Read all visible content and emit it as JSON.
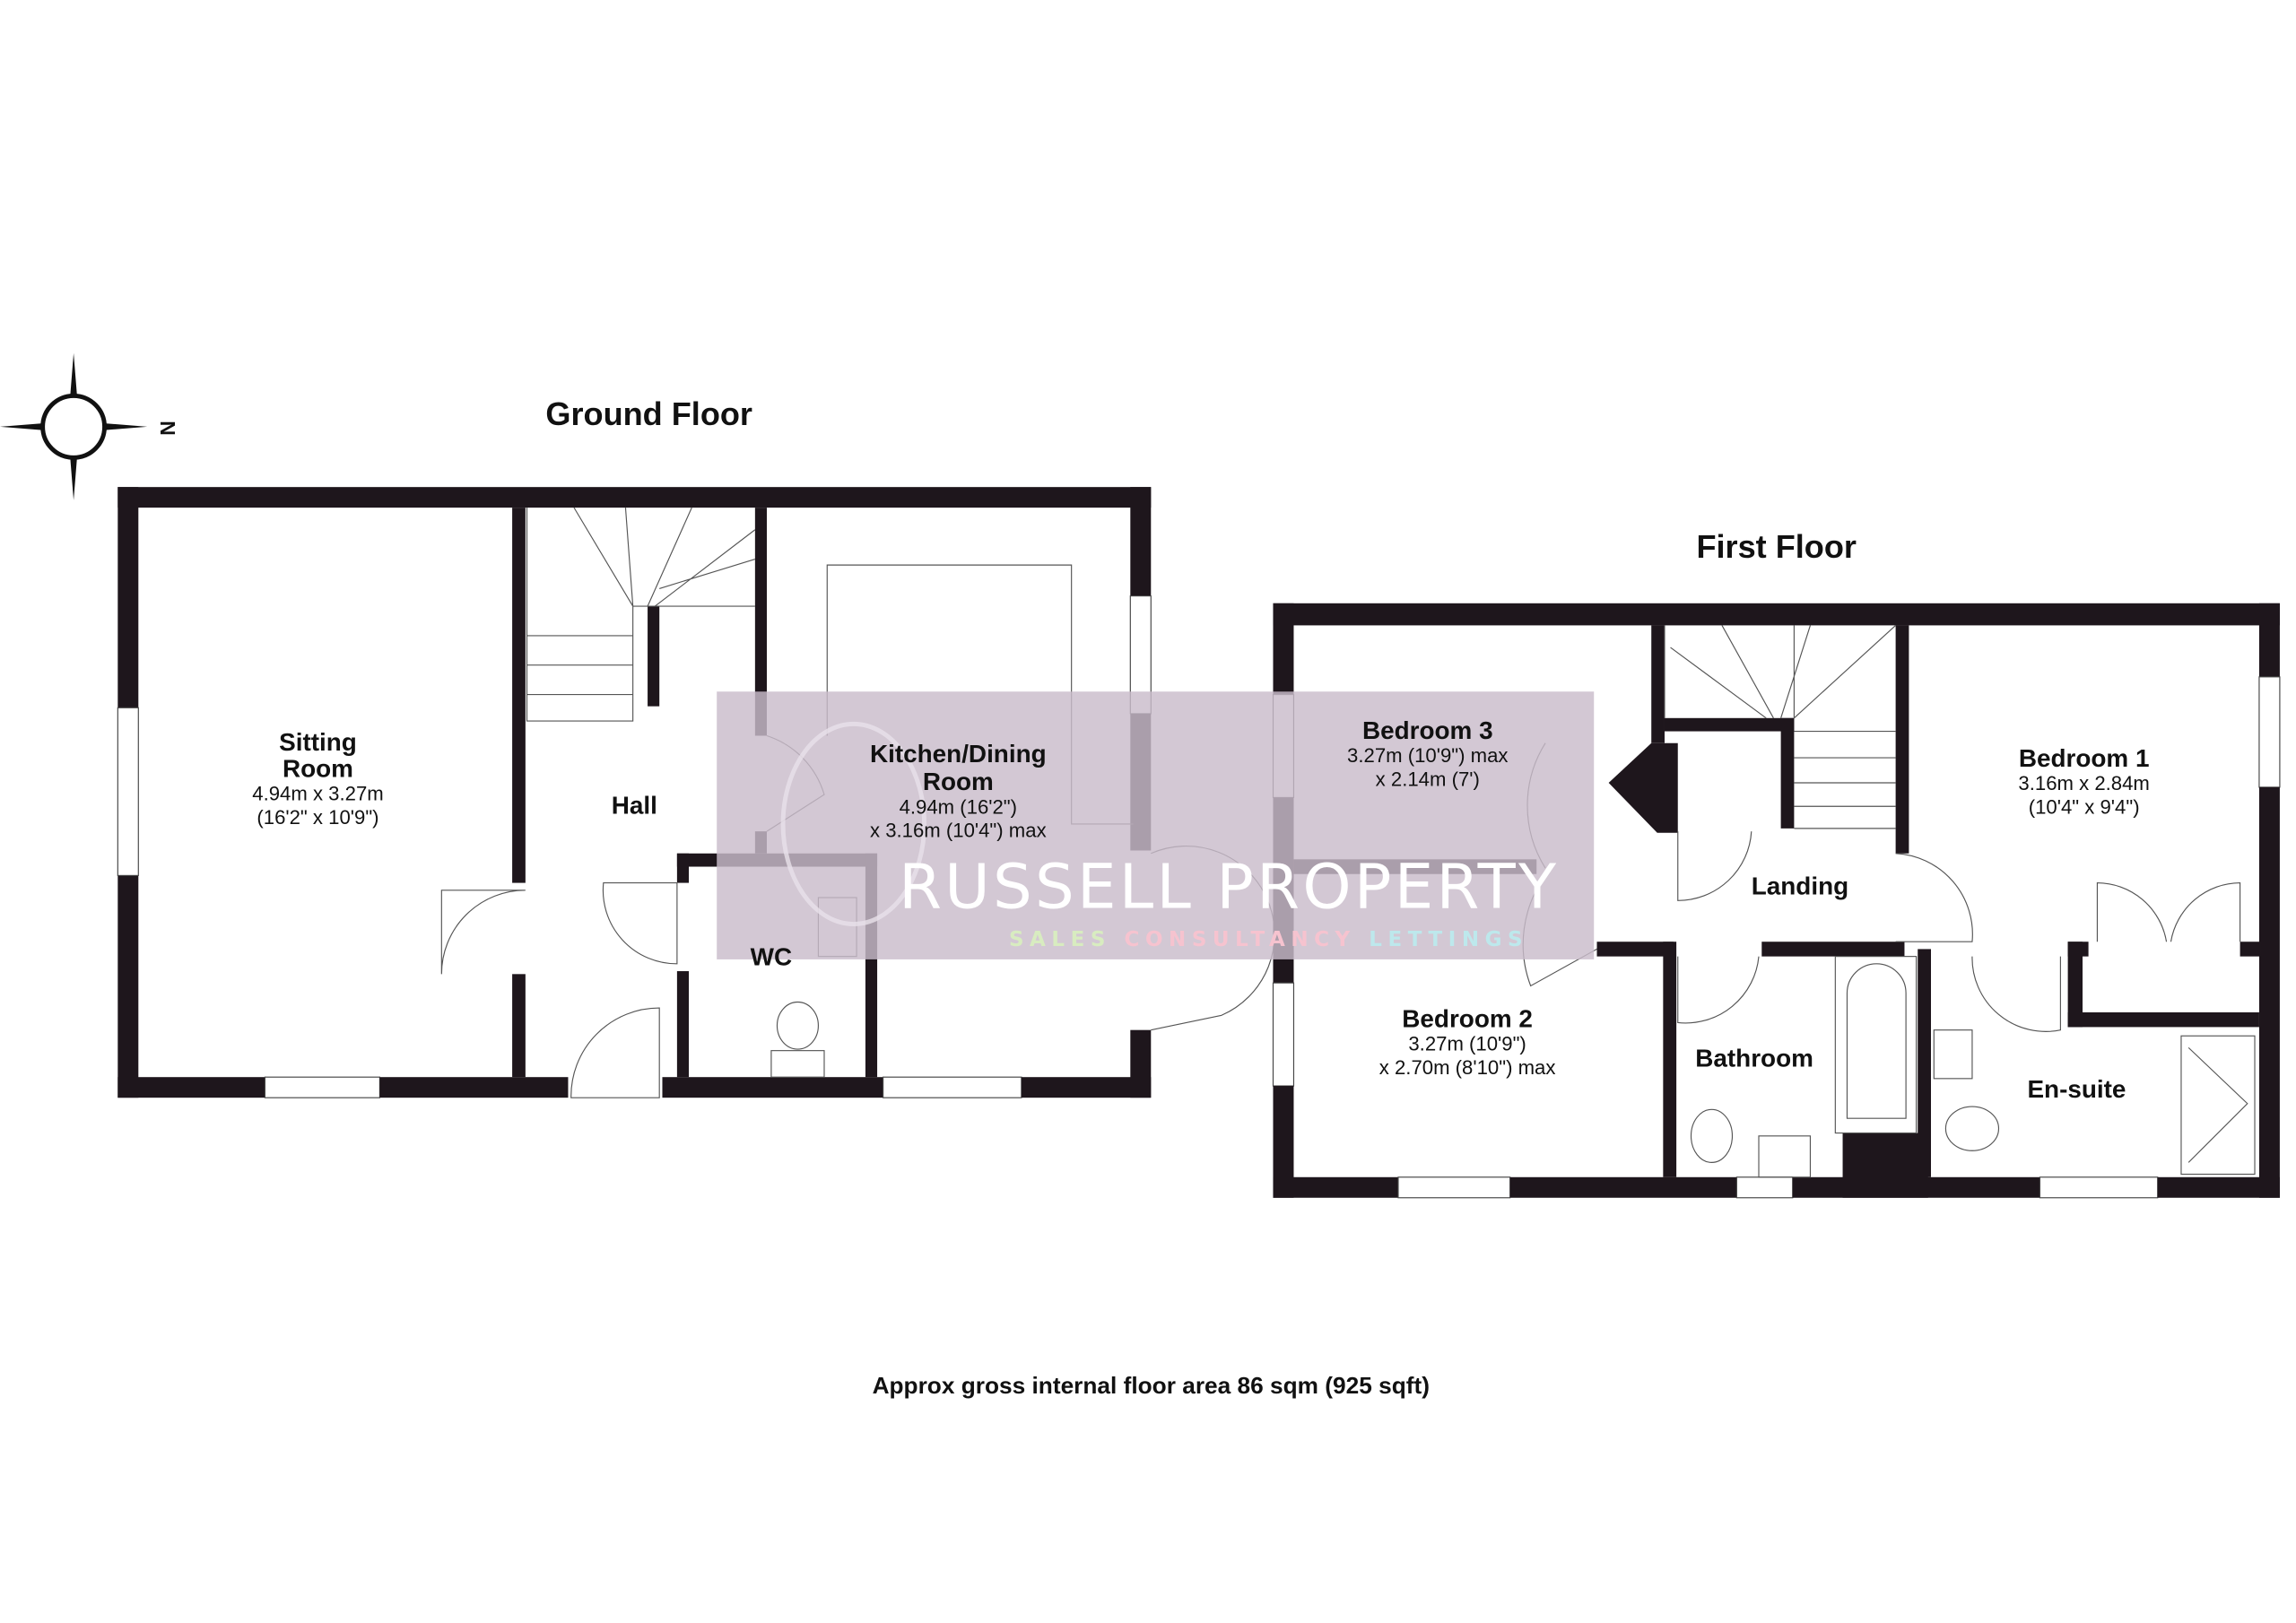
{
  "compass": {
    "icon": "compass-north-icon",
    "label": "N"
  },
  "ground_floor": {
    "title": "Ground Floor",
    "rooms": [
      {
        "name_lines": [
          "Sitting",
          "Room"
        ],
        "dims": [
          "4.94m x 3.27m",
          "(16'2\" x 10'9\")"
        ]
      },
      {
        "name_lines": [
          "Hall"
        ],
        "dims": []
      },
      {
        "name_lines": [
          "Kitchen/Dining",
          "Room"
        ],
        "dims": [
          "4.94m (16'2\")",
          "x 3.16m (10'4\") max"
        ]
      },
      {
        "name_lines": [
          "WC"
        ],
        "dims": []
      }
    ]
  },
  "first_floor": {
    "title": "First Floor",
    "rooms": [
      {
        "name_lines": [
          "Bedroom 3"
        ],
        "dims": [
          "3.27m (10'9\") max",
          "x 2.14m (7')"
        ]
      },
      {
        "name_lines": [
          "Landing"
        ],
        "dims": []
      },
      {
        "name_lines": [
          "Bedroom 1"
        ],
        "dims": [
          "3.16m x 2.84m",
          "(10'4\" x 9'4\")"
        ]
      },
      {
        "name_lines": [
          "Bedroom 2"
        ],
        "dims": [
          "3.27m (10'9\")",
          "x 2.70m (8'10\") max"
        ]
      },
      {
        "name_lines": [
          "Bathroom"
        ],
        "dims": []
      },
      {
        "name_lines": [
          "En-suite"
        ],
        "dims": []
      }
    ]
  },
  "watermark": {
    "line1": "RUSSELL",
    "line2": "PROPERTY",
    "tags": [
      "SALES",
      "CONSULTANCY",
      "LETTINGS"
    ],
    "tag_colors": [
      "#d8ecc0",
      "#f6c3cf",
      "#bde8ec"
    ],
    "background": "#c9bccb"
  },
  "footer": {
    "area": "Approx gross internal floor area 86 sqm (925 sqft)"
  },
  "colors": {
    "walls": "#1e161c"
  }
}
